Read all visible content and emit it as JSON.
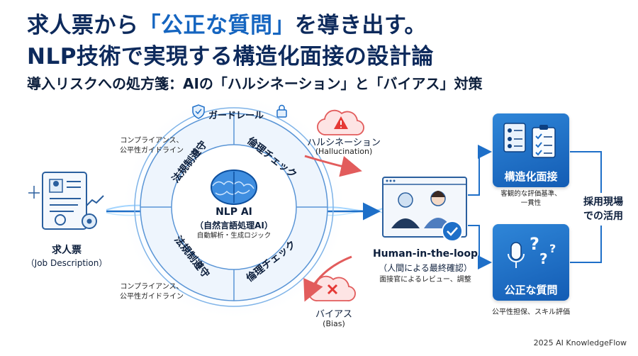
{
  "title": {
    "line1_prefix": "求人票から",
    "line1_highlight": "「公正な質問」",
    "line1_suffix": "を導き出す。",
    "line2": "NLP技術で実現する構造化面接の設計論"
  },
  "subtitle": "導入リスクへの処方箋：AIの「ハルシネーション」と「バイアス」対策",
  "guardrail_label": "ガードレール",
  "compliance_top": [
    "コンプライアンス、",
    "公平性ガイドライン"
  ],
  "compliance_bottom": [
    "コンプライアンス、",
    "公平性ガイドライン"
  ],
  "job_description": {
    "label": "求人票",
    "sub": "（Job Description）"
  },
  "ring_segments": {
    "top_left": "法規制遵守",
    "top_right": "倫理チェック",
    "bottom_left": "法規制遵守",
    "bottom_right": "倫理チェック"
  },
  "nlp_ai": {
    "name": "NLP AI",
    "sub": "（自然言語処理AI）",
    "desc": "自動解析・生成ロジック"
  },
  "hallucination": {
    "label": "ハルシネーション",
    "sub": "(Hallucination)"
  },
  "bias": {
    "label": "バイアス",
    "sub": "(Bias)"
  },
  "human_loop": {
    "label": "Human-in-the-loop",
    "sub": "（人間による最終確認）",
    "desc": "面接官によるレビュー、調整"
  },
  "structured_interview": {
    "label": "構造化面接",
    "desc": [
      "客観的な評価基準、",
      "一貫性"
    ]
  },
  "fair_questions": {
    "label": "公正な質問",
    "desc": "公平性担保、スキル評価"
  },
  "field_use": [
    "採用現場",
    "での活用"
  ],
  "footer": "2025 AI KnowledgeFlow",
  "colors": {
    "primary": "#135cb4",
    "accent": "#1e88e5",
    "warning": "#e53935",
    "title": "#0d2a5c"
  }
}
